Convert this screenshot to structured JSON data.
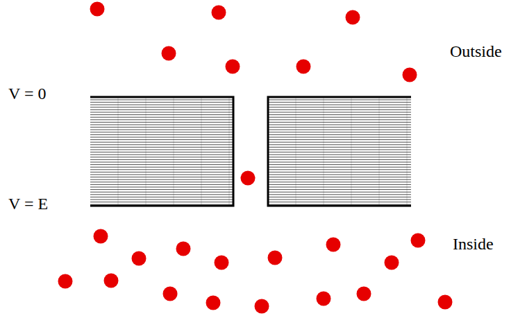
{
  "diagram": {
    "labels": [
      "Outside",
      "V = 0",
      "V = E",
      "Inside"
    ]
  }
}
